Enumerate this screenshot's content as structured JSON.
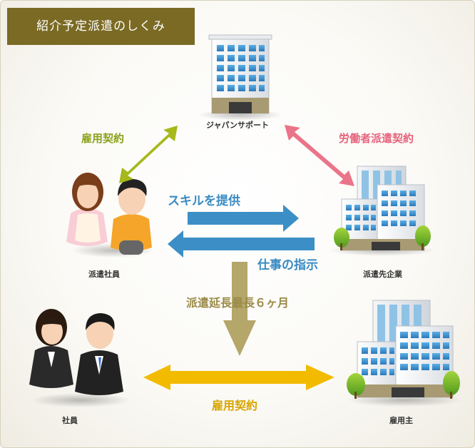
{
  "title": "紹介予定派遣のしくみ",
  "nodes": {
    "japan_support": "ジャパンサポート",
    "dispatched_employee": "派遣社員",
    "client_company": "派遣先企業",
    "employee": "社員",
    "employer": "雇用主"
  },
  "labels": {
    "employment_contract_top": "雇用契約",
    "dispatch_contract": "労働者派遣契約",
    "provide_skills": "スキルを提供",
    "work_instructions": "仕事の指示",
    "max_extension": "派遣延長最長６ヶ月",
    "employment_contract_bottom": "雇用契約"
  },
  "colors": {
    "title_bg": "#7a6a24",
    "olive": "#a6b81a",
    "pink": "#ea7489",
    "blue": "#3c8fc6",
    "tan": "#b5a66a",
    "gold": "#f2bb00"
  }
}
